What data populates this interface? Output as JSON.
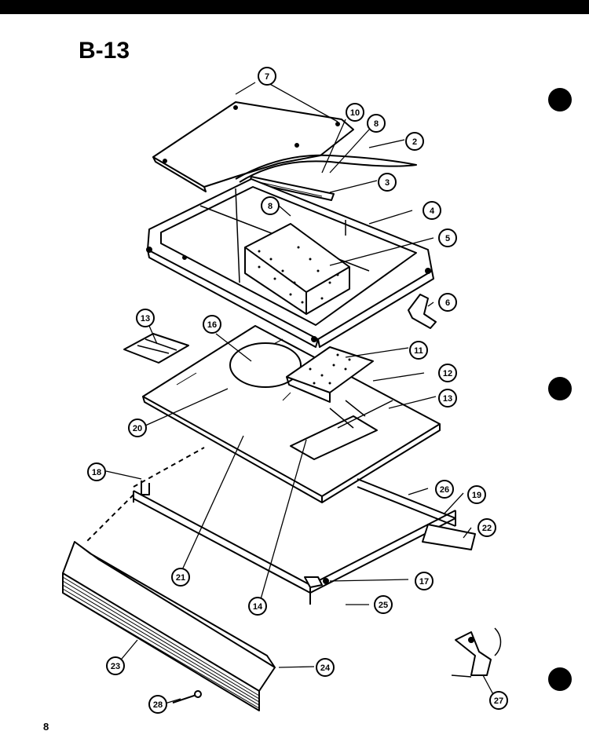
{
  "title": "B-13",
  "page_number": "8",
  "callouts": {
    "c1": "7",
    "c2": "10",
    "c3": "8",
    "c4": "2",
    "c5": "3",
    "c6": "8",
    "c7": "4",
    "c8": "5",
    "c9": "6",
    "c10": "13",
    "c11": "16",
    "c12": "11",
    "c13": "12",
    "c14": "13",
    "c15": "20",
    "c16": "18",
    "c17": "26",
    "c18": "19",
    "c19": "22",
    "c20": "21",
    "c21": "17",
    "c22": "14",
    "c23": "25",
    "c24": "23",
    "c25": "24",
    "c26": "28",
    "c27": "27"
  }
}
